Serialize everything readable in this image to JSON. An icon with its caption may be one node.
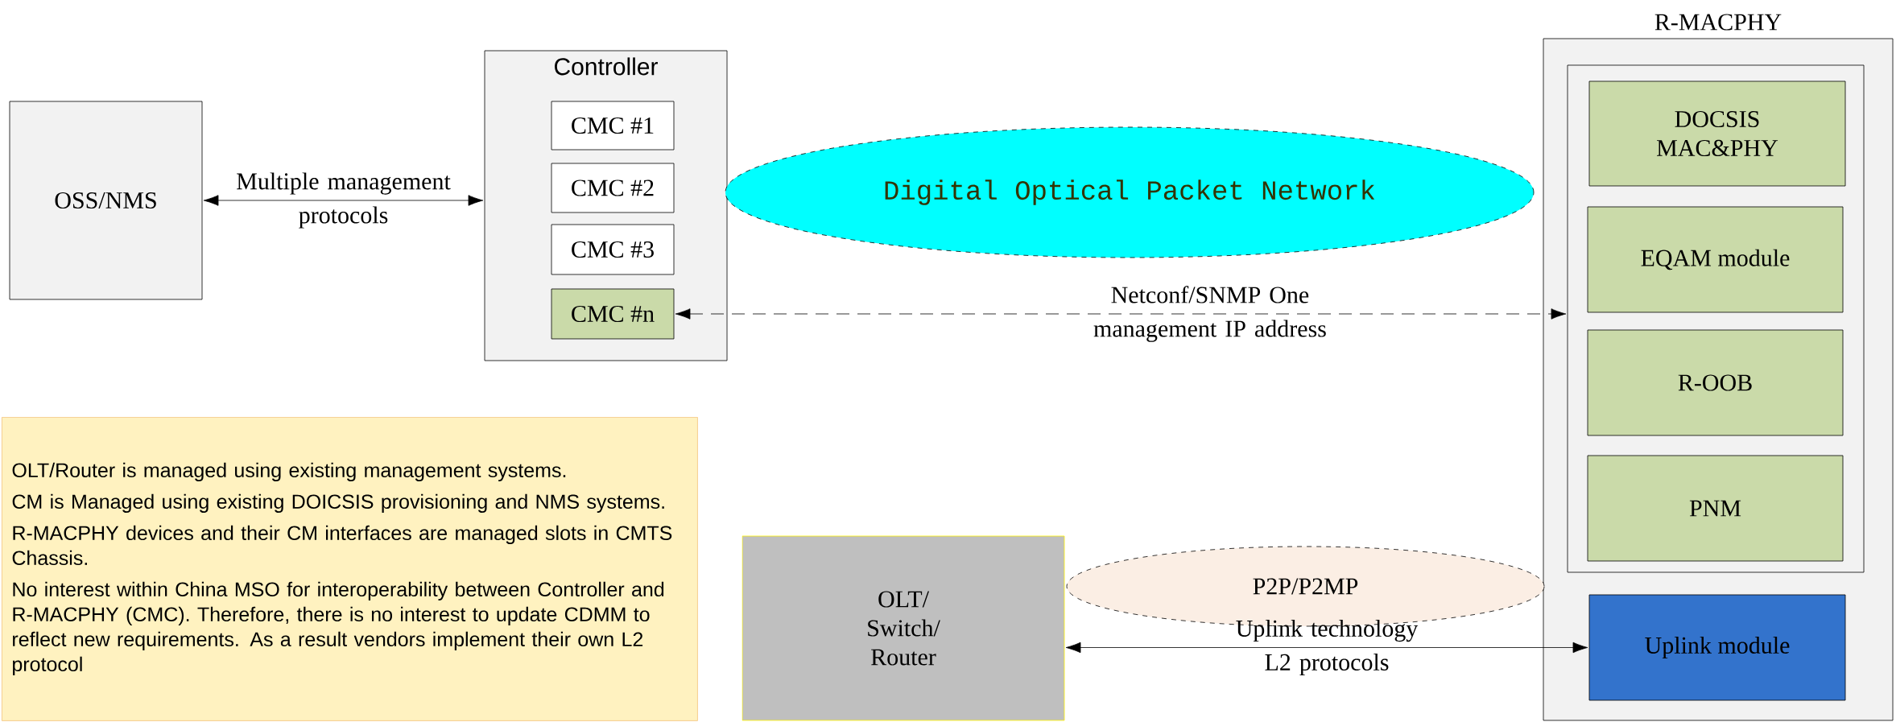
{
  "diagram": {
    "nodes": [
      {
        "text": [
          "OSS/NMS"
        ]
      },
      {
        "text": [
          "Controller"
        ]
      },
      {
        "text": [
          "CMC #1"
        ],
        "in": 1
      },
      {
        "text": [
          "CMC #2"
        ],
        "in": 1
      },
      {
        "text": [
          "CMC #3"
        ],
        "in": 1
      },
      {
        "text": [
          "CMC #n"
        ],
        "in": 1
      },
      {
        "text": [
          "Digital Optical Packet Network"
        ]
      },
      {
        "text": [
          "R-MACPHY"
        ]
      },
      {
        "text": [],
        "shape": "box",
        "in": 7
      },
      {
        "text": [
          "DOCSIS MAC&PHY"
        ],
        "in": 8
      },
      {
        "text": [
          "EQAM module"
        ],
        "in": 8
      },
      {
        "text": [
          "R-OOB"
        ],
        "in": 8
      },
      {
        "text": [
          "PNM"
        ],
        "in": 8
      },
      {
        "text": [
          "Uplink module"
        ],
        "in": 7
      },
      {
        "text": [
          "OLT/Router is managed using existing management systems.",
          "CM is Managed using  existing DOICSIS provisioning and NMS systems.",
          "R-MACPHY devices and their CM interfaces are managed slots in CMTS Chassis.",
          "No interest within China MSO for interoperability between Controller and R-MACPHY (CMC).  Therefore, there is no interest to update CDMM to reflect new requirements. As a result vendors implement their own L2 protocol"
        ]
      },
      {
        "text": [
          "OLT/ Switch/ Router"
        ]
      },
      {
        "text": [
          "P2P/P2MP"
        ]
      }
    ],
    "edges": [
      {
        "from": 0,
        "to": 1,
        "arrow": "both",
        "label": "Multiple management protocols"
      },
      {
        "from": 5,
        "to": 8,
        "arrow": "both",
        "style": "dashed",
        "label": "Netconf/SNMP One management IP address"
      },
      {
        "from": 15,
        "to": 13,
        "arrow": "both",
        "label": "Uplink technology L2 protocols"
      }
    ]
  }
}
